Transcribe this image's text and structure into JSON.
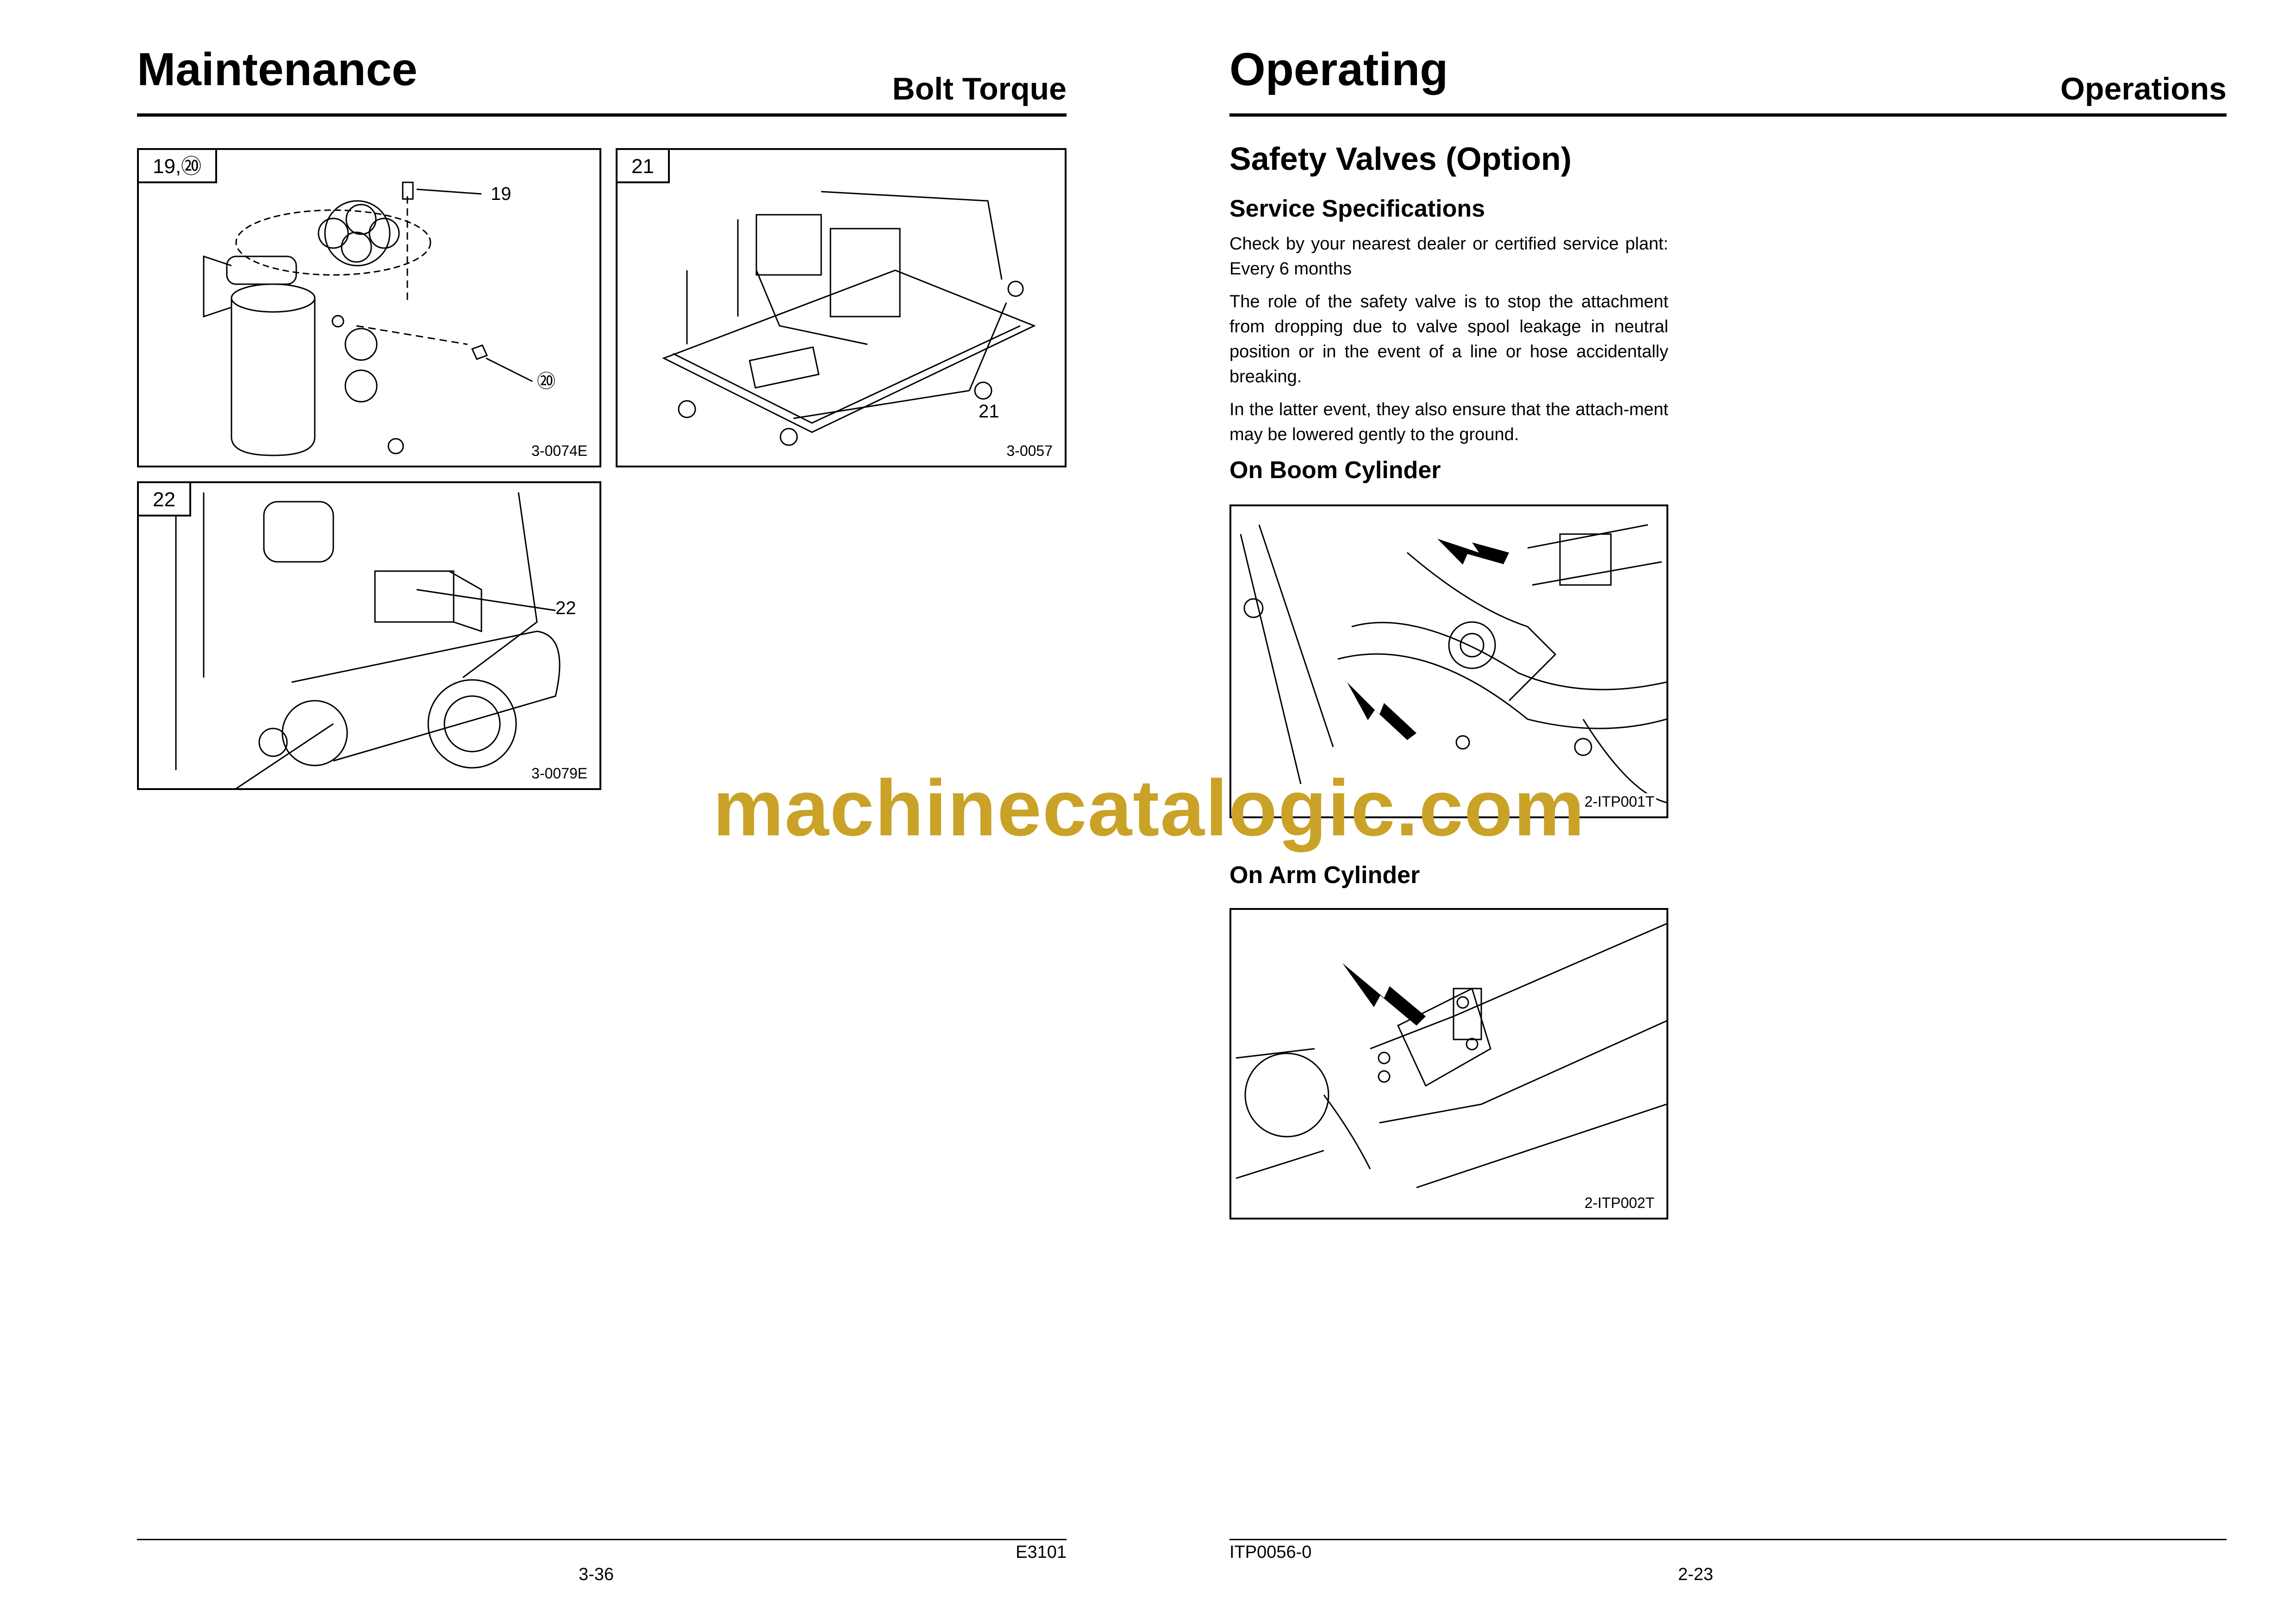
{
  "left_page": {
    "chapter": "Maintenance",
    "section": "Bolt Torque",
    "figures": [
      {
        "label": "19,⑳",
        "code": "3-0074E",
        "callouts": [
          "19",
          "⑳"
        ]
      },
      {
        "label": "21",
        "code": "3-0057",
        "callouts": [
          "21"
        ]
      },
      {
        "label": "22",
        "code": "3-0079E",
        "callouts": [
          "22"
        ]
      }
    ],
    "footer_doc": "E3101",
    "page_number": "3-36"
  },
  "right_page": {
    "chapter": "Operating",
    "section": "Operations",
    "title": "Safety Valves (Option)",
    "service_heading": "Service Specifications",
    "paragraphs": [
      "Check by your nearest dealer or certified service plant: Every 6 months",
      "The role of the safety valve is to stop the attachment from dropping due to valve spool leakage in neutral position or in the event of a line or hose accidentally breaking.",
      "In the latter event, they also ensure that the attach-ment may be lowered gently to the ground."
    ],
    "boom_heading": "On Boom Cylinder",
    "boom_code": "2-ITP001T",
    "arm_heading": "On Arm Cylinder",
    "arm_code": "2-ITP002T",
    "footer_doc": "ITP0056-0",
    "page_number": "2-23"
  },
  "watermark": "machinecatalogic.com"
}
